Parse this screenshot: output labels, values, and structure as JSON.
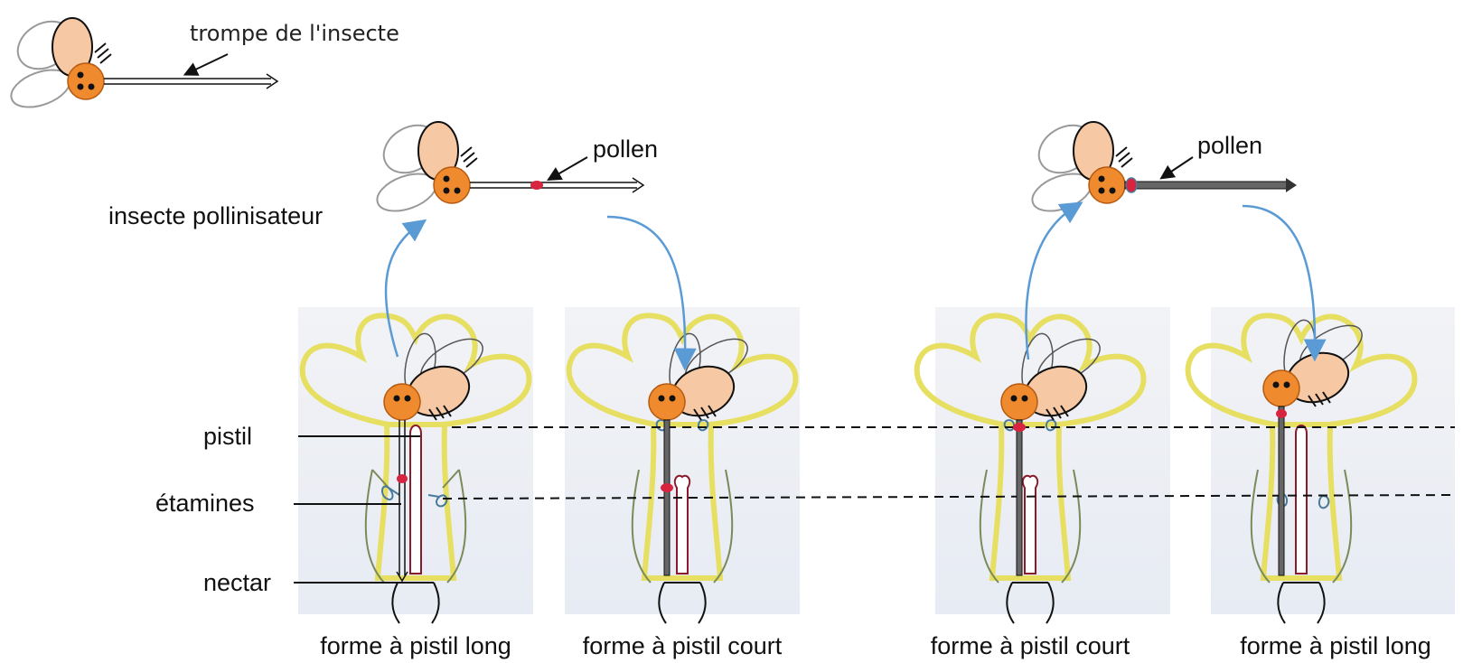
{
  "labels": {
    "trompe": "trompe de l'insecte",
    "insecte": "insecte pollinisateur",
    "pollen_left": "pollen",
    "pollen_right": "pollen",
    "pistil": "pistil",
    "etamines": "étamines",
    "nectar": "nectar"
  },
  "flowers": [
    {
      "caption": "forme à pistil long",
      "type": "long"
    },
    {
      "caption": "forme à pistil court",
      "type": "court"
    },
    {
      "caption": "forme à pistil court",
      "type": "court"
    },
    {
      "caption": "forme à pistil long",
      "type": "long"
    }
  ],
  "colors": {
    "insect_body": "#ef8a2e",
    "insect_wing_back": "#f6c8a4",
    "pollen": "#d8243f",
    "arrow": "#5b9bd5",
    "petal": "#e6df62",
    "sepal": "#7a8a5a",
    "pistil": "#8b1a2b",
    "panel_bg": "#eceff5"
  }
}
